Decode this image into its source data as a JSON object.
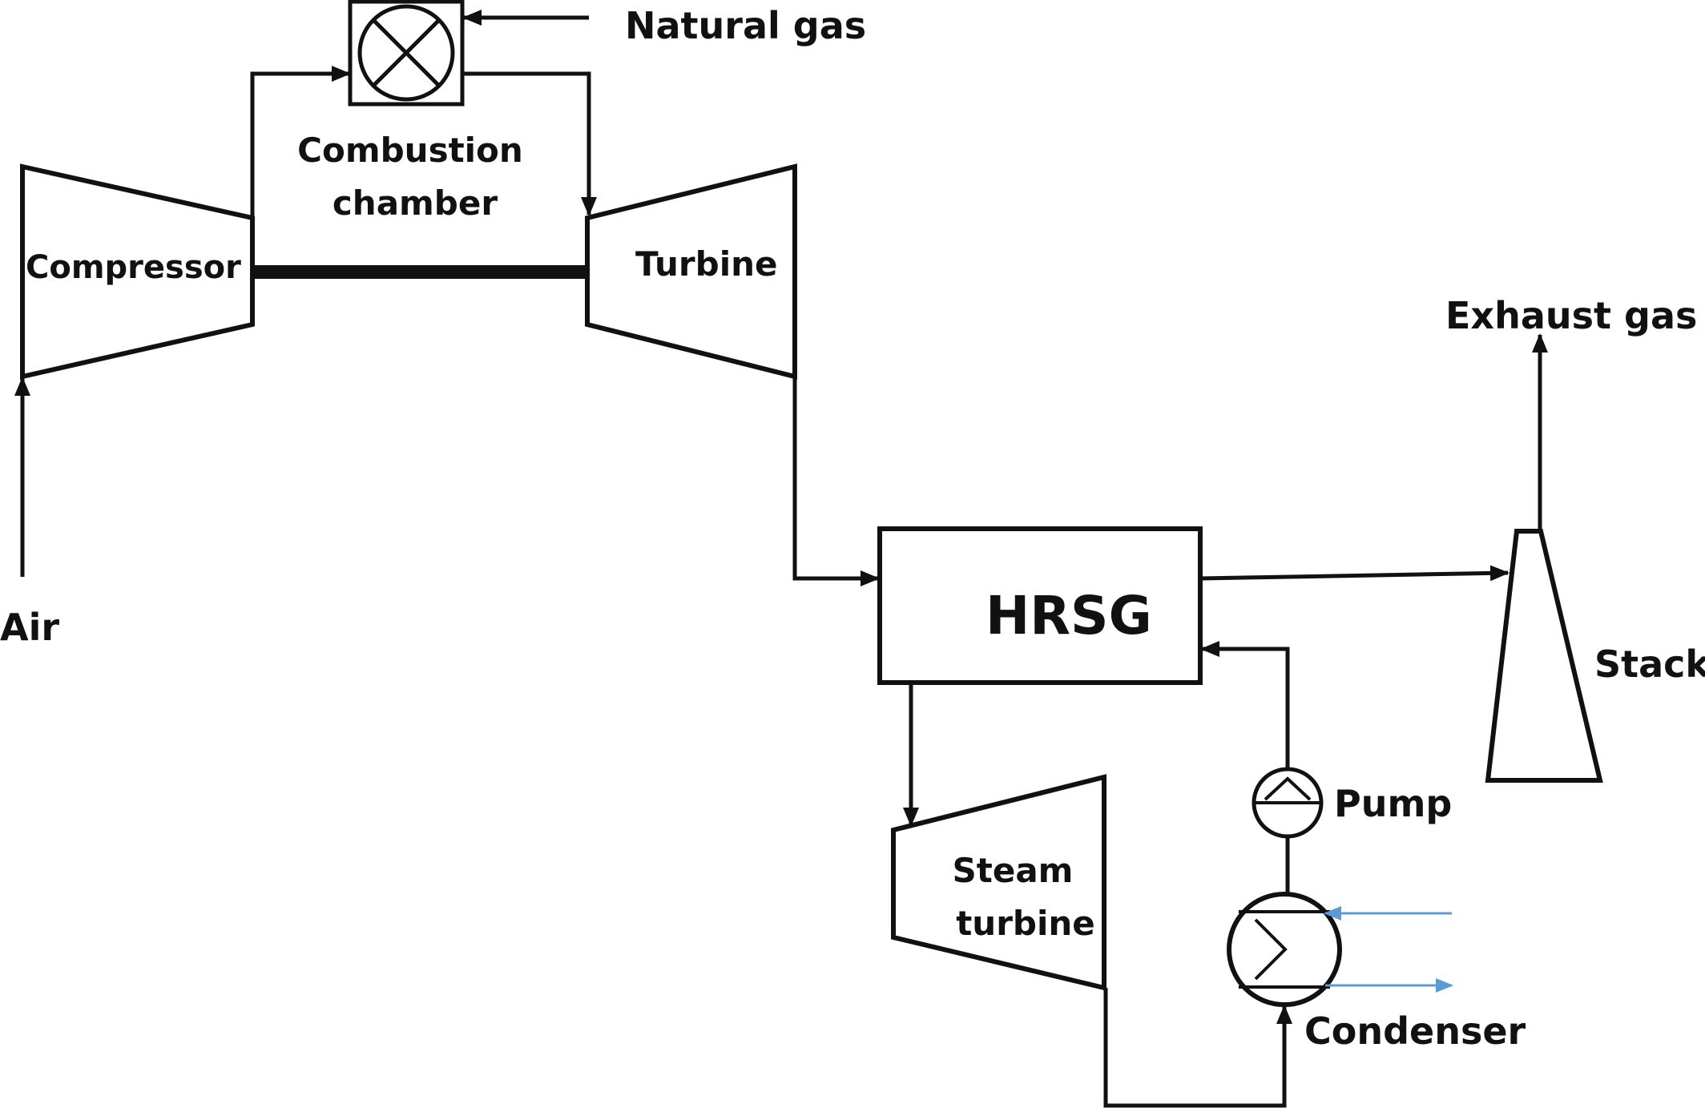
{
  "labels": {
    "natural_gas": "Natural gas",
    "combustion_line1": "Combustion",
    "combustion_line2": "chamber",
    "compressor": "Compressor",
    "turbine": "Turbine",
    "air": "Air",
    "exhaust_gas": "Exhaust gas",
    "hrsg": "HRSG",
    "stack": "Stack",
    "pump": "Pump",
    "steam_line1": "Steam",
    "steam_line2": "turbine",
    "condenser": "Condenser"
  },
  "colors": {
    "line": "#111111",
    "cooling_water": "#5b9bd5",
    "background": "#ffffff"
  }
}
